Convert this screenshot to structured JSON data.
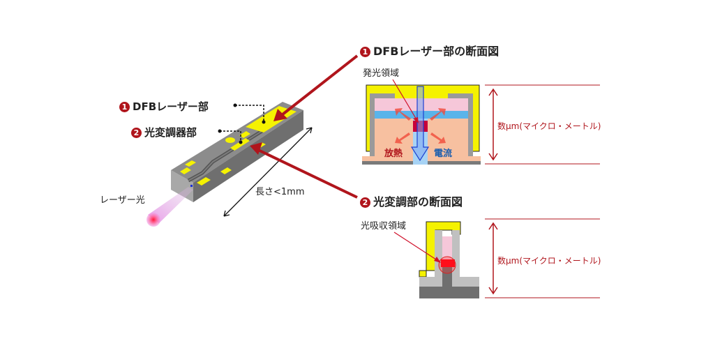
{
  "chip": {
    "label_dfb": "DFBレーザー部",
    "label_mod": "光変調器部",
    "num_dfb": "1",
    "num_mod": "2",
    "laser_light": "レーザー光",
    "length": "長さ<1mm"
  },
  "section1": {
    "num": "1",
    "title": "DFBレーザー部の断面図",
    "emission_region": "発光領域",
    "heat": "放熱",
    "current": "電流",
    "dimension": "数μm(マイクロ・メートル)"
  },
  "section2": {
    "num": "2",
    "title": "光変調部の断面図",
    "absorption_region": "光吸収領域",
    "dimension": "数μm(マイクロ・メートル)"
  },
  "colors": {
    "accent_red": "#b0151c",
    "gold": "#f5f200",
    "gray": "#9a9a9a",
    "pink": "#f6c7d9",
    "blue": "#5ab4ea",
    "salmon": "#f7c0a0"
  }
}
